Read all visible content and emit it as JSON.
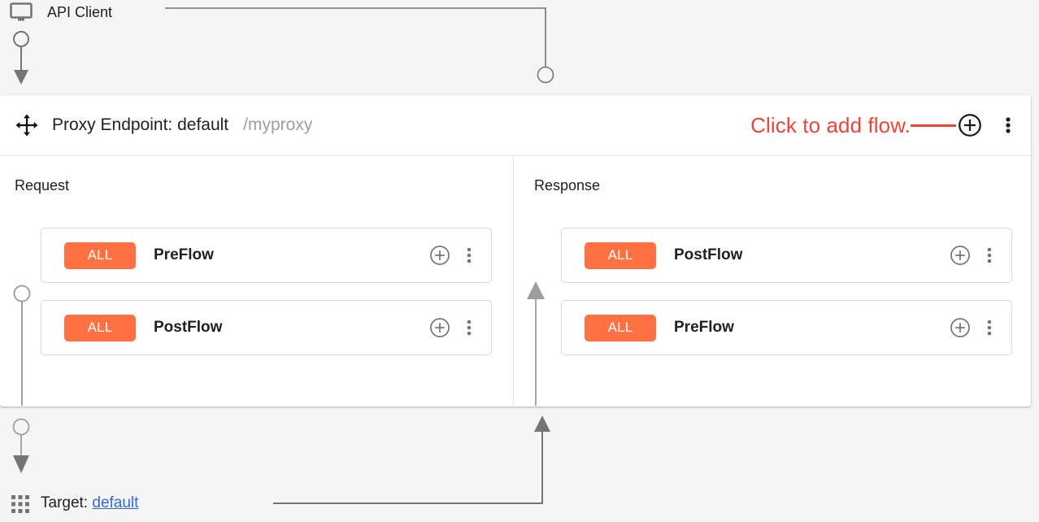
{
  "client": {
    "label": "API Client",
    "icon": "monitor-icon"
  },
  "endpoint": {
    "move_icon": "move-icon",
    "title": "Proxy Endpoint: default",
    "path": "/myproxy",
    "add_flow_icon": "plus-circle-icon",
    "overflow_icon": "more-vert-icon"
  },
  "annotation": {
    "text": "Click to add flow.",
    "color": "#f44336"
  },
  "columns": [
    {
      "key": "request",
      "title": "Request",
      "direction": "down",
      "flows": [
        {
          "badge": "ALL",
          "name": "PreFlow",
          "add_icon": "plus-circle-icon",
          "overflow_icon": "more-vert-icon"
        },
        {
          "badge": "ALL",
          "name": "PostFlow",
          "add_icon": "plus-circle-icon",
          "overflow_icon": "more-vert-icon"
        }
      ]
    },
    {
      "key": "response",
      "title": "Response",
      "direction": "up",
      "flows": [
        {
          "badge": "ALL",
          "name": "PostFlow",
          "add_icon": "plus-circle-icon",
          "overflow_icon": "more-vert-icon"
        },
        {
          "badge": "ALL",
          "name": "PreFlow",
          "add_icon": "plus-circle-icon",
          "overflow_icon": "more-vert-icon"
        }
      ]
    }
  ],
  "target": {
    "icon": "apps-grid-icon",
    "label": "Target:",
    "link": "default"
  },
  "colors": {
    "badge": "#ff7043",
    "annotation": "#f44336",
    "link": "#3367d6",
    "connector": "#757575",
    "background": "#f5f5f5",
    "panel": "#ffffff"
  }
}
